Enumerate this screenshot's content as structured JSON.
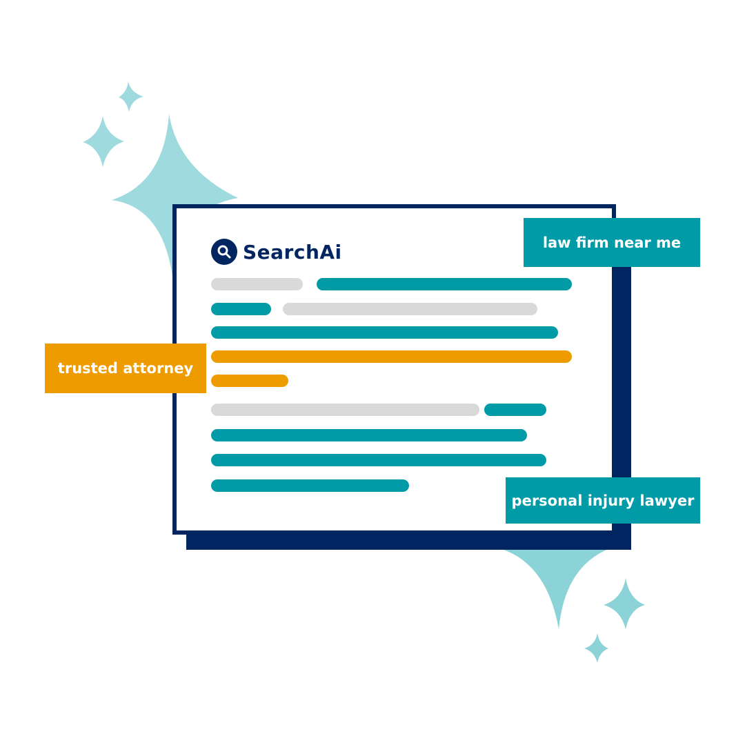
{
  "brand": {
    "name": "SearchAi",
    "icon": "search-icon"
  },
  "tags": {
    "top": "law firm near me",
    "left": "trusted attorney",
    "bottom": "personal injury lawyer"
  },
  "colors": {
    "navy": "#002561",
    "teal": "#009ba6",
    "orange": "#ee9b00",
    "gray": "#d9d9d9",
    "sparkle": "#9fdadf"
  }
}
